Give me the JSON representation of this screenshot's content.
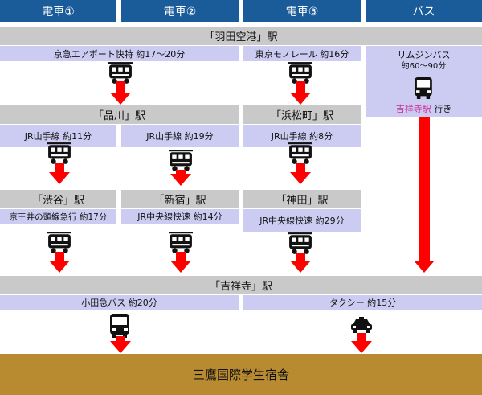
{
  "headers": [
    "電車①",
    "電車②",
    "電車③",
    "バス"
  ],
  "stations": {
    "haneda": "「羽田空港」駅",
    "shinagawa": "「品川」駅",
    "hamamatsucho": "「浜松町」駅",
    "shibuya": "「渋谷」駅",
    "shinjuku": "「新宿」駅",
    "kanda": "「神田」駅",
    "kichijoji": "「吉祥寺」駅"
  },
  "routes": {
    "keikyu": "京急エアポート快特 約17〜20分",
    "monorail": "東京モノレール 約16分",
    "yamanote_1": "JR山手線 約11分",
    "yamanote_2": "JR山手線 約19分",
    "yamanote_3": "JR山手線 約8分",
    "inokashira": "京王井の頭線急行 約17分",
    "chuo_2": "JR中央線快速 約14分",
    "chuo_3": "JR中央線快速 約29分",
    "odakyu_bus": "小田急バス 約20分",
    "taxi": "タクシー 約15分"
  },
  "limousine": {
    "line1": "リムジンバス",
    "line2": "約60〜90分",
    "dest_station": "吉祥寺駅",
    "dest_suffix": " 行き"
  },
  "destination": "三鷹国際学生宿舎",
  "icons": {
    "train": "train-icon",
    "bus": "bus-icon",
    "taxi": "taxi-icon"
  },
  "colors": {
    "header": "#1a5b9a",
    "station": "#c9c9c9",
    "route": "#ccccf2",
    "arrow": "#ff0000",
    "destination": "#b98b30",
    "highlight": "#cc2b9a"
  }
}
